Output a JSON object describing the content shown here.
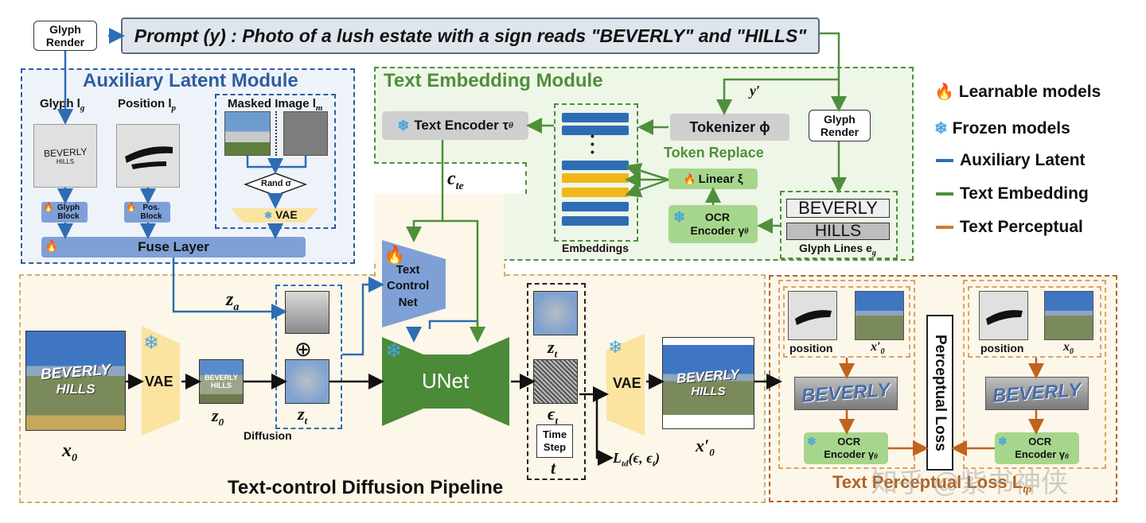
{
  "prompt": "Prompt (y) :  Photo of a lush estate with a sign reads \"BEVERLY\" and \"HILLS\"",
  "glyph_render": "Glyph\nRender",
  "aux": {
    "title": "Auxiliary Latent Module",
    "glyph_label": "Glyph l",
    "glyph_sub": "g",
    "position_label": "Position l",
    "position_sub": "p",
    "masked_label": "Masked Image l",
    "masked_sub": "m",
    "glyph_text1": "BEVERLY",
    "glyph_text2": "HILLS",
    "glyph_block": "Glyph\nBlock",
    "pos_block": "Pos.\nBlock",
    "rand": "Rand σ",
    "vae": "VAE",
    "fuse": "Fuse Layer"
  },
  "emb": {
    "title": "Text Embedding Module",
    "text_encoder": "Text Encoder τ",
    "text_encoder_sub": "θ",
    "tokenizer": "Tokenizer ϕ",
    "y_prime": "y′",
    "token_replace": "Token Replace",
    "linear": "Linear ξ",
    "ocr": "OCR\nEncoder γ",
    "ocr_sub": "θ",
    "embeddings": "Embeddings",
    "glyph_lines": "Glyph Lines e",
    "glyph_lines_sub": "g",
    "line1": "BEVERLY",
    "line2": "HILLS",
    "glyph_render": "Glyph\nRender"
  },
  "pipeline": {
    "title": "Text-control Diffusion Pipeline",
    "x0": "x",
    "x0_sub": "0",
    "vae": "VAE",
    "z0": "z",
    "z0_sub": "0",
    "diffusion": "Diffusion",
    "za": "z",
    "za_sub": "a",
    "zt": "z",
    "zt_sub": "t",
    "oplus": "⊕",
    "cte": "c",
    "cte_sub": "te",
    "control": "Text\nControl\nNet",
    "unet": "UNet",
    "et": "ϵ",
    "et_sub": "t",
    "time_step": "Time\nStep",
    "t": "t",
    "vae2": "VAE",
    "xp0": "x′",
    "xp0_sub": "0",
    "loss": "L",
    "loss_sub": "td",
    "loss_args": "(ϵ, ϵ",
    "loss_args_sub": "t",
    "loss_close": ")"
  },
  "percep": {
    "title": "Text Perceptual Loss L",
    "title_sub": "tp",
    "position": "position",
    "xp": "x′",
    "xp_sub": "0",
    "x": "x",
    "x_sub": "0",
    "ocr": "OCR\nEncoder γ",
    "ocr_sub": "θ",
    "loss_vertical": "Perceptual Loss",
    "beverly": "BEVERLY"
  },
  "legend": {
    "learnable": "Learnable models",
    "frozen": "Frozen models",
    "aux": "Auxiliary Latent",
    "emb": "Text Embedding",
    "percep": "Text Perceptual",
    "colors": {
      "aux": "#2e6db4",
      "emb": "#4f8f3a",
      "percep": "#d07a2c"
    }
  },
  "watermark": "知乎 @紫书神侠",
  "image_text": {
    "beverly": "BEVERLY",
    "hills": "HILLS"
  }
}
